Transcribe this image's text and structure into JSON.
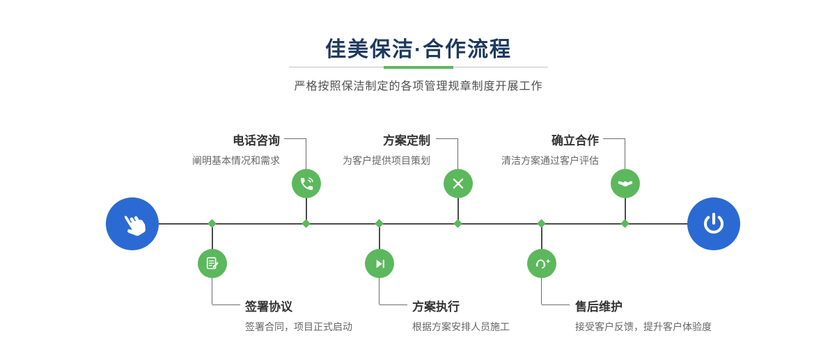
{
  "header": {
    "title": "佳美保洁·合作流程",
    "subtitle": "严格按照保洁制定的各项管理规章制度开展工作"
  },
  "colors": {
    "accent_green": "#5cb85c",
    "accent_blue": "#2b6ad3",
    "title_navy": "#1d3a5f",
    "timeline_line": "#4a4a4a"
  },
  "timeline": {
    "start_icon": "pointing-hand-icon",
    "end_icon": "power-icon",
    "steps_top": [
      {
        "title": "电话咨询",
        "desc": "阐明基本情况和需求",
        "icon": "phone-icon"
      },
      {
        "title": "方案定制",
        "desc": "为客户提供项目策划",
        "icon": "design-icon"
      },
      {
        "title": "确立合作",
        "desc": "清洁方案通过客户评估",
        "icon": "handshake-icon"
      }
    ],
    "steps_bottom": [
      {
        "title": "签署协议",
        "desc": "签署合同，项目正式启动",
        "icon": "sign-contract-icon"
      },
      {
        "title": "方案执行",
        "desc": "根据方案安排人员施工",
        "icon": "play-execute-icon"
      },
      {
        "title": "售后维护",
        "desc": "接受客户反馈，提升客户体验度",
        "icon": "customer-service-icon"
      }
    ]
  }
}
